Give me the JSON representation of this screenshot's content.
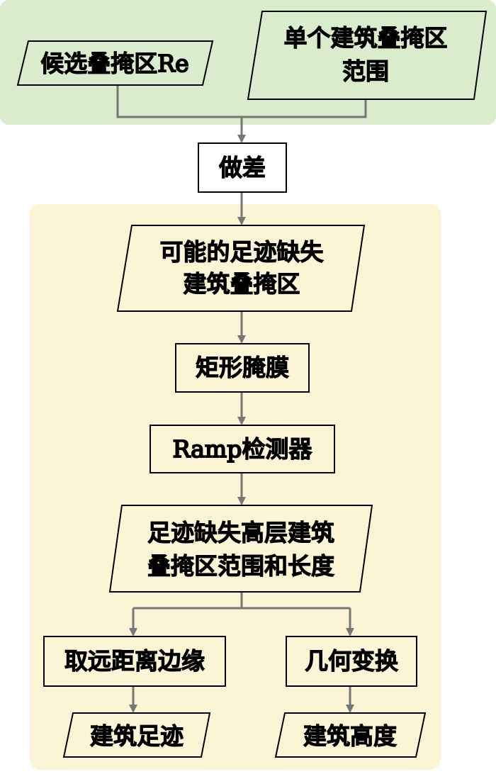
{
  "colors": {
    "green_panel": "#d9eccb",
    "yellow_panel": "#fbf5d6",
    "node_fill_green": "#d9eccb",
    "node_fill_yellow": "#fbf5d6",
    "node_fill_white": "#ffffff",
    "stroke": "#000000",
    "arrow": "#777777"
  },
  "nodes": {
    "candidate_layover": {
      "label": "候选叠掩区Re"
    },
    "single_building_layover": {
      "line1": "单个建筑叠掩区",
      "line2": "范围"
    },
    "difference": {
      "label": "做差"
    },
    "possible_missing_footprint": {
      "line1": "可能的足迹缺失",
      "line2": "建筑叠掩区"
    },
    "rect_mask": {
      "label": "矩形腌膜"
    },
    "ramp_detector": {
      "label": "Ramp检测器"
    },
    "missing_footprint_result": {
      "line1": "足迹缺失高层建筑",
      "line2": "叠掩区范围和长度"
    },
    "far_edge": {
      "label": "取远距离边缘"
    },
    "geometric_transform": {
      "label": "几何变换"
    },
    "building_footprint": {
      "label": "建筑足迹"
    },
    "building_height": {
      "label": "建筑高度"
    }
  }
}
